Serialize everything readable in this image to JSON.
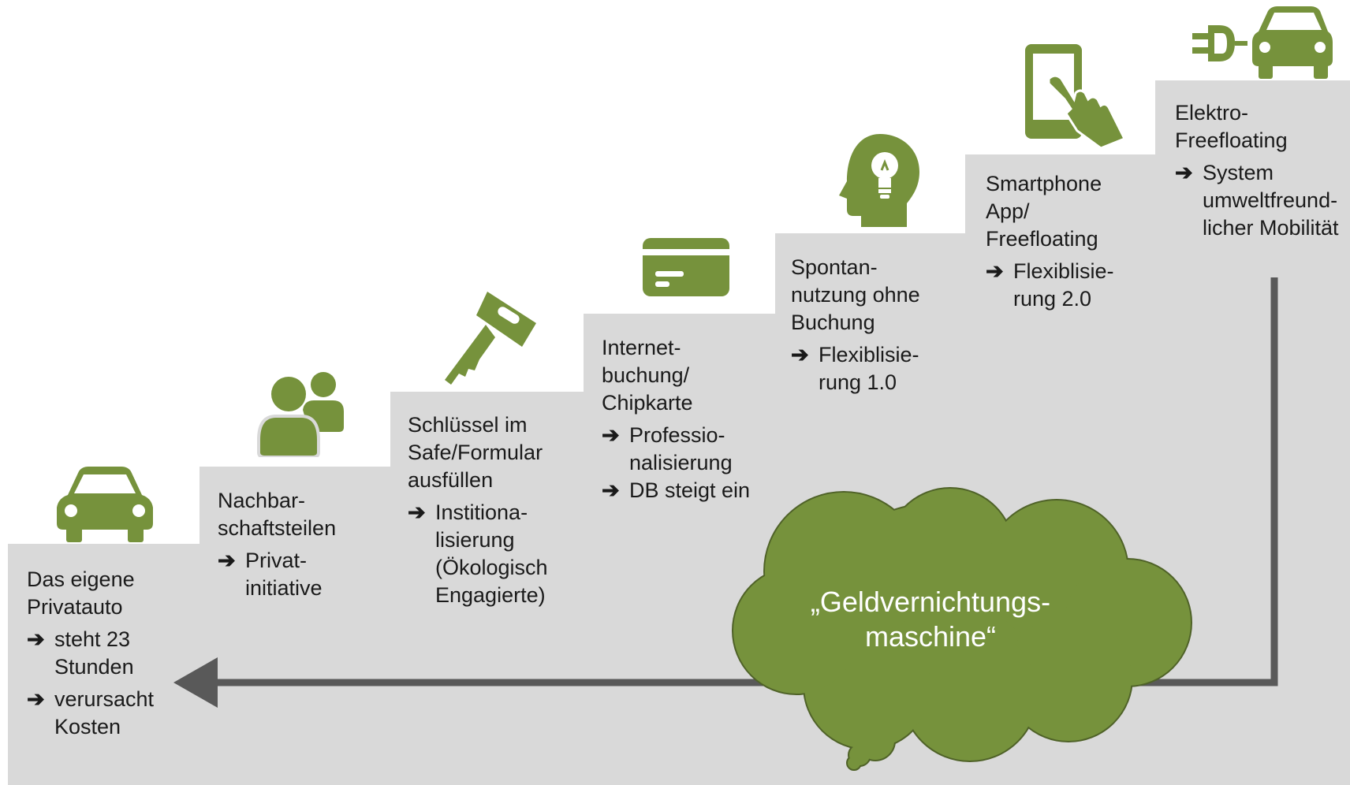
{
  "colors": {
    "step": "#d9d9d9",
    "icon": "#76923c",
    "arrow": "#595959",
    "cloud_fill": "#76923c",
    "cloud_stroke": "#4f6228",
    "text": "#1a1a1a"
  },
  "steps": [
    {
      "icon": "car-icon",
      "title": [
        "Das eigene",
        "Privatauto"
      ],
      "bullets": [
        {
          "marker": "➔",
          "lines": [
            "steht 23",
            "Stunden"
          ]
        },
        {
          "marker": "➔",
          "lines": [
            "verursacht",
            "Kosten"
          ]
        }
      ]
    },
    {
      "icon": "people-icon",
      "title": [
        "Nachbar-",
        "schaftsteilen"
      ],
      "bullets": [
        {
          "marker": "➔",
          "lines": [
            "Privat-",
            "initiative"
          ]
        }
      ]
    },
    {
      "icon": "key-icon",
      "title": [
        "Schlüssel im",
        "Safe/Formular",
        "ausfüllen"
      ],
      "bullets": [
        {
          "marker": "➔",
          "lines": [
            "Institiona-",
            "lisierung",
            "(Ökologisch",
            "Engagierte)"
          ]
        }
      ]
    },
    {
      "icon": "card-icon",
      "title": [
        "Internet-",
        "buchung/",
        "Chipkarte"
      ],
      "bullets": [
        {
          "marker": "➔",
          "lines": [
            "Professio-",
            "nalisierung"
          ]
        },
        {
          "marker": "➔",
          "lines": [
            "DB steigt ein"
          ]
        }
      ]
    },
    {
      "icon": "head-bulb-icon",
      "title": [
        "Spontan-",
        "nutzung ohne",
        "Buchung"
      ],
      "bullets": [
        {
          "marker": "➔",
          "lines": [
            "Flexiblisie-",
            "rung 1.0"
          ]
        }
      ]
    },
    {
      "icon": "smartphone-hand-icon",
      "title": [
        "Smartphone",
        "App/",
        "Freefloating"
      ],
      "bullets": [
        {
          "marker": "➔",
          "lines": [
            "Flexiblisie-",
            "rung 2.0"
          ]
        }
      ]
    },
    {
      "icon": "electric-car-icon",
      "title": [
        "Elektro-",
        "Freefloating"
      ],
      "bullets": [
        {
          "marker": "➔",
          "lines": [
            "System",
            "umweltfreund-",
            "licher Mobilität"
          ]
        }
      ]
    }
  ],
  "cloud": {
    "lines": [
      "„Geldvernichtungs-",
      "maschine“"
    ]
  }
}
